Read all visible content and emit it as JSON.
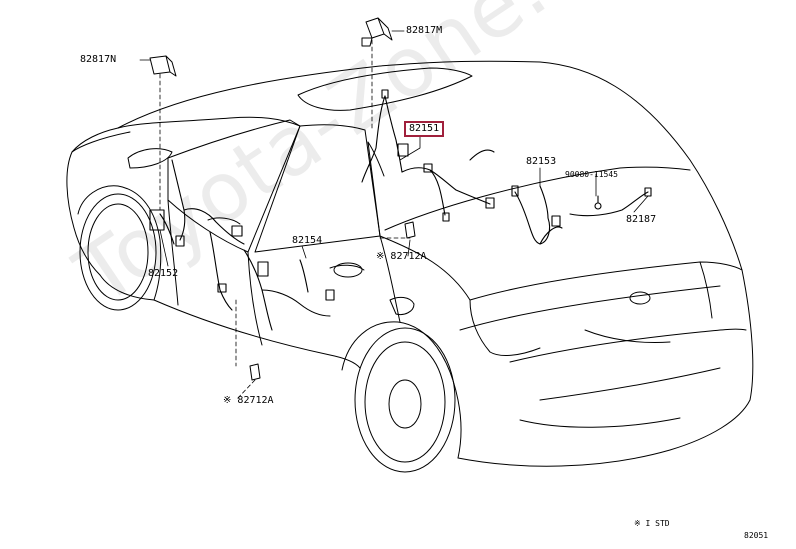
{
  "watermark": "Toyota-Zone.ru",
  "callouts": {
    "clip_top_right": "82817M",
    "clip_top_left": "82817N",
    "main_harness": "82151",
    "rear_harness": "82153",
    "bolt": "90080-11545",
    "sensor_harness": "82187",
    "front_door_harness": "82152",
    "rear_door_harness": "82154",
    "clamp_upper": "82712A",
    "clamp_lower": "82712A"
  },
  "clamp_mark": "※",
  "footnote": "※ I STD",
  "figure_id": "82051",
  "highlight_color": "#a0203c"
}
